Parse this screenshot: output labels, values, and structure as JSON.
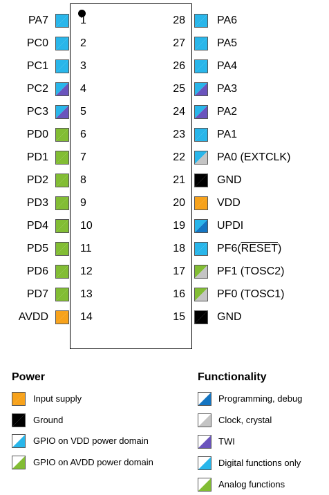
{
  "colors": {
    "orange": "#f7a21b",
    "black": "#000000",
    "gpio_vdd": "#29b6ea",
    "gpio_avdd": "#82bd34",
    "programming": "#1475c2",
    "clock": "#c4c4c4",
    "twi": "#6a54bd",
    "digital": "#29b6ea",
    "analog": "#82bd34"
  },
  "pins_left": [
    {
      "name": "PA7",
      "num": "1",
      "top": "vdd",
      "bottom": "vdd"
    },
    {
      "name": "PC0",
      "num": "2",
      "top": "vdd",
      "bottom": "vdd"
    },
    {
      "name": "PC1",
      "num": "3",
      "top": "vdd",
      "bottom": "vdd"
    },
    {
      "name": "PC2",
      "num": "4",
      "top": "vdd",
      "bottom": "twi"
    },
    {
      "name": "PC3",
      "num": "5",
      "top": "vdd",
      "bottom": "twi"
    },
    {
      "name": "PD0",
      "num": "6",
      "top": "avdd",
      "bottom": "avdd"
    },
    {
      "name": "PD1",
      "num": "7",
      "top": "avdd",
      "bottom": "avdd"
    },
    {
      "name": "PD2",
      "num": "8",
      "top": "avdd",
      "bottom": "avdd"
    },
    {
      "name": "PD3",
      "num": "9",
      "top": "avdd",
      "bottom": "avdd"
    },
    {
      "name": "PD4",
      "num": "10",
      "top": "avdd",
      "bottom": "avdd"
    },
    {
      "name": "PD5",
      "num": "11",
      "top": "avdd",
      "bottom": "avdd"
    },
    {
      "name": "PD6",
      "num": "12",
      "top": "avdd",
      "bottom": "avdd"
    },
    {
      "name": "PD7",
      "num": "13",
      "top": "avdd",
      "bottom": "avdd"
    },
    {
      "name": "AVDD",
      "num": "14",
      "top": "orange",
      "bottom": "orange"
    }
  ],
  "pins_right": [
    {
      "name": "PA6",
      "name_suffix": "",
      "num": "28",
      "top": "vdd",
      "bottom": "vdd"
    },
    {
      "name": "PA5",
      "name_suffix": "",
      "num": "27",
      "top": "vdd",
      "bottom": "vdd"
    },
    {
      "name": "PA4",
      "name_suffix": "",
      "num": "26",
      "top": "vdd",
      "bottom": "vdd"
    },
    {
      "name": "PA3",
      "name_suffix": "",
      "num": "25",
      "top": "vdd",
      "bottom": "twi"
    },
    {
      "name": "PA2",
      "name_suffix": "",
      "num": "24",
      "top": "vdd",
      "bottom": "twi"
    },
    {
      "name": "PA1",
      "name_suffix": "",
      "num": "23",
      "top": "vdd",
      "bottom": "vdd"
    },
    {
      "name": "PA0 (EXTCLK)",
      "name_suffix": "",
      "num": "22",
      "top": "vdd",
      "bottom": "clock"
    },
    {
      "name": "GND",
      "name_suffix": "",
      "num": "21",
      "top": "black",
      "bottom": "black"
    },
    {
      "name": "VDD",
      "name_suffix": "",
      "num": "20",
      "top": "orange",
      "bottom": "orange"
    },
    {
      "name": "UPDI",
      "name_suffix": "",
      "num": "19",
      "top": "vdd",
      "bottom": "programming"
    },
    {
      "name": "PF6(",
      "name_overline": "RESET",
      "name_suffix": ")",
      "num": "18",
      "top": "vdd",
      "bottom": "vdd"
    },
    {
      "name": "PF1 (TOSC2)",
      "name_suffix": "",
      "num": "17",
      "top": "avdd",
      "bottom": "clock"
    },
    {
      "name": "PF0 (TOSC1)",
      "name_suffix": "",
      "num": "16",
      "top": "avdd",
      "bottom": "clock"
    },
    {
      "name": "GND",
      "name_suffix": "",
      "num": "15",
      "top": "black",
      "bottom": "black"
    }
  ],
  "legend": {
    "power_title": "Power",
    "functionality_title": "Functionality",
    "power_items": [
      {
        "label": "Input supply",
        "top": "orange",
        "bottom": "orange"
      },
      {
        "label": "Ground",
        "top": "black",
        "bottom": "black"
      },
      {
        "label": "GPIO on VDD power domain",
        "top": "white",
        "bottom": "vdd"
      },
      {
        "label": "GPIO on AVDD power domain",
        "top": "white",
        "bottom": "avdd"
      }
    ],
    "functionality_items": [
      {
        "label": "Programming, debug",
        "top": "white",
        "bottom": "programming"
      },
      {
        "label": "Clock, crystal",
        "top": "white",
        "bottom": "clock"
      },
      {
        "label": "TWI",
        "top": "white",
        "bottom": "twi"
      },
      {
        "label": "Digital functions only",
        "top": "white",
        "bottom": "digital"
      },
      {
        "label": "Analog functions",
        "top": "white",
        "bottom": "analog"
      }
    ]
  }
}
